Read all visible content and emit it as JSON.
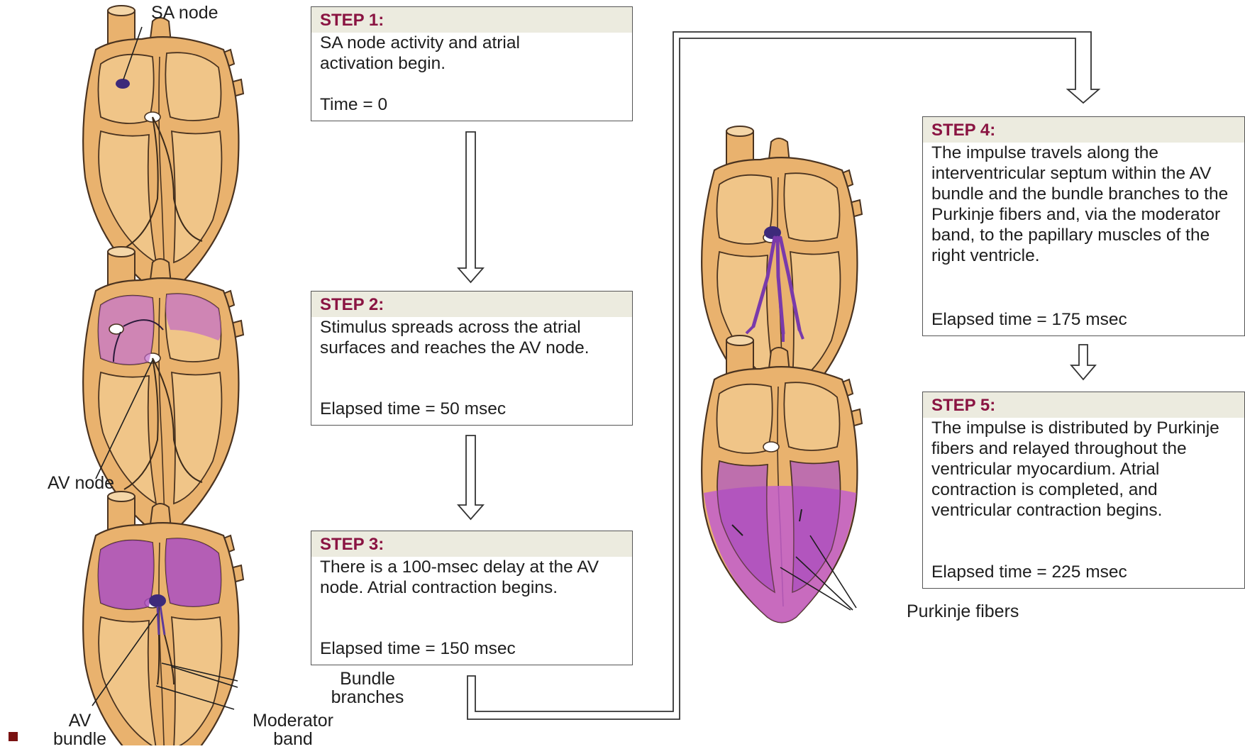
{
  "steps": [
    {
      "title": "STEP 1:",
      "text": "SA node activity and atrial activation begin.",
      "time": "Time = 0"
    },
    {
      "title": "STEP 2:",
      "text": "Stimulus spreads across the atrial surfaces and reaches the AV node.",
      "time": "Elapsed time = 50 msec"
    },
    {
      "title": "STEP 3:",
      "text": "There is a 100-msec delay at the AV node. Atrial contraction begins.",
      "time": "Elapsed time = 150 msec"
    },
    {
      "title": "STEP 4:",
      "text": "The impulse travels along the interventricular septum within the AV bundle and the bundle branches to the Purkinje fibers and, via the moderator band, to the papillary muscles of the right ventricle.",
      "time": "Elapsed time = 175 msec"
    },
    {
      "title": "STEP 5:",
      "text": "The impulse is distributed by Purkinje fibers and relayed throughout the ventricular myocardium. Atrial contraction is completed, and ventricular contraction begins.",
      "time": "Elapsed time = 225 msec"
    }
  ],
  "labels": {
    "sa_node": "SA node",
    "av_node": "AV node",
    "av_bundle": "AV\nbundle",
    "bundle_branches": "Bundle\nbranches",
    "moderator_band": "Moderator\nband",
    "purkinje_fibers": "Purkinje fibers"
  },
  "colors": {
    "step_title": "#8a1442",
    "step_header_bg": "#ecebdf",
    "heart_tissue": "#e9b26e",
    "heart_outline": "#4a3320",
    "activation": "#b24cbf",
    "node": "#3d2a7a",
    "bullet": "#7a1212"
  }
}
